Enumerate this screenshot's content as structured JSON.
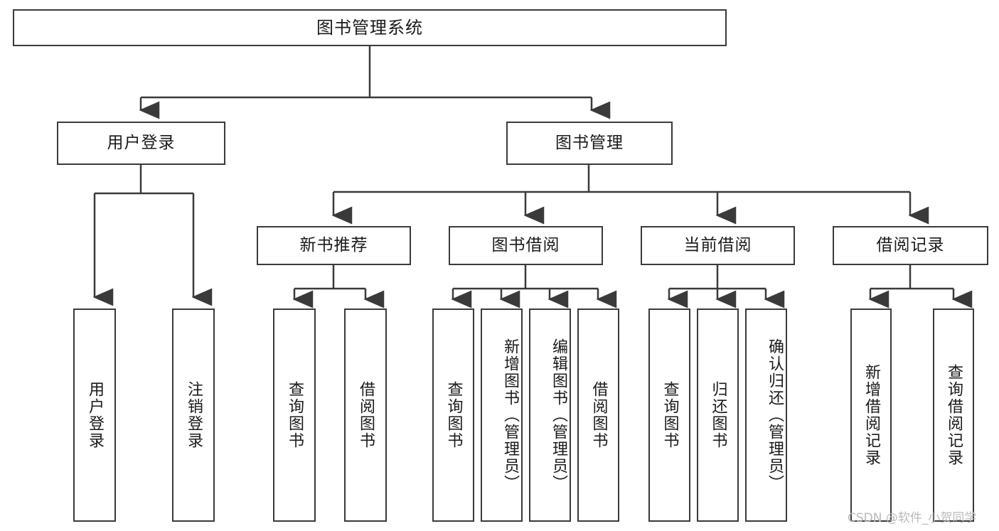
{
  "diagram": {
    "title": "图书管理系统",
    "watermark": "CSDN @软件_小贺同学",
    "colors": {
      "stroke": "#3a3a3a",
      "background": "#ffffff",
      "text": "#1a1a1a",
      "watermark": "#b9b9b9"
    },
    "root": {
      "label": "图书管理系统"
    },
    "level1": [
      {
        "label": "用户登录"
      },
      {
        "label": "图书管理"
      }
    ],
    "level2": [
      {
        "label": "新书推荐"
      },
      {
        "label": "图书借阅"
      },
      {
        "label": "当前借阅"
      },
      {
        "label": "借阅记录"
      }
    ],
    "leaves": {
      "user_login": [
        {
          "label": "用户登录"
        },
        {
          "label": "注销登录"
        }
      ],
      "new_book_recommend": [
        {
          "label": "查询图书"
        },
        {
          "label": "借阅图书"
        }
      ],
      "book_borrow": [
        {
          "label": "查询图书"
        },
        {
          "label": "新增图书（管理员）"
        },
        {
          "label": "编辑图书（管理员）"
        },
        {
          "label": "借阅图书"
        }
      ],
      "current_borrow": [
        {
          "label": "查询图书"
        },
        {
          "label": "归还图书"
        },
        {
          "label": "确认归还（管理员）"
        }
      ],
      "borrow_record": [
        {
          "label": "新增借阅记录"
        },
        {
          "label": "查询借阅记录"
        }
      ]
    }
  }
}
